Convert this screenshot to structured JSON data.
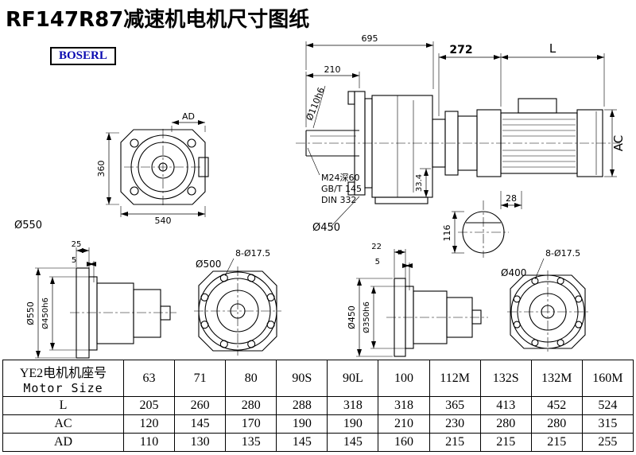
{
  "page": {
    "title": "RF147R87减速机电机尺寸图纸",
    "logo": "BOSERL"
  },
  "main_view": {
    "overall_length": "695",
    "shaft_length": "210",
    "shaft_diameter": "Ø110h6",
    "tap_hole": "M24深60",
    "tap_std_gb": "GB/T 145",
    "tap_std_din": "DIN 332",
    "step_height": "33.4",
    "flange_diameter": "Ø450",
    "adapter_length": "272",
    "motor_length_label": "L",
    "motor_height_label": "AC",
    "key_width": "28",
    "shaft_end_diameter": "116"
  },
  "front_view": {
    "ad_label": "AD",
    "height": "360",
    "width": "540",
    "flange_diameter": "Ø550"
  },
  "flange_view_500": {
    "thickness": "25",
    "spigot_depth": "5",
    "outer_diameter": "Ø550",
    "spigot_diameter": "Ø450h6",
    "holes": "8-Ø17.5",
    "bolt_circle": "Ø500"
  },
  "flange_view_400": {
    "thickness": "22",
    "spigot_depth": "5",
    "outer_diameter": "Ø450",
    "spigot_diameter": "Ø350h6",
    "holes": "8-Ø17.5",
    "bolt_circle": "Ø400"
  },
  "table": {
    "header_cn": "YE2电机机座号",
    "header_en": "Motor Size",
    "columns": [
      "63",
      "71",
      "80",
      "90S",
      "90L",
      "100",
      "112M",
      "132S",
      "132M",
      "160M"
    ],
    "rows": [
      {
        "label": "L",
        "values": [
          "205",
          "260",
          "280",
          "288",
          "318",
          "318",
          "365",
          "413",
          "452",
          "524"
        ]
      },
      {
        "label": "AC",
        "values": [
          "120",
          "145",
          "170",
          "190",
          "190",
          "210",
          "230",
          "280",
          "280",
          "315"
        ]
      },
      {
        "label": "AD",
        "values": [
          "110",
          "130",
          "135",
          "145",
          "145",
          "160",
          "215",
          "215",
          "215",
          "255"
        ]
      }
    ]
  }
}
